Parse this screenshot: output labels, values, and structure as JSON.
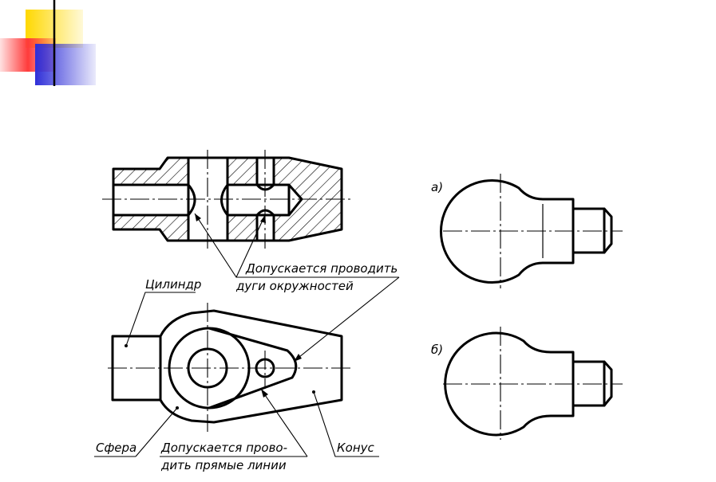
{
  "labels": {
    "note_arcs_line1": "Допускается проводить",
    "note_arcs_line2": "дуги окружностей",
    "cylinder": "Цилиндр",
    "sphere": "Сфера",
    "note_lines_line1": "Допускается прово-",
    "note_lines_line2": "дить прямые линии",
    "cone": "Конус",
    "variant_a": "а)",
    "variant_b": "б)"
  },
  "colors": {
    "logo_yellow": "#ffd800",
    "logo_red": "#ff3b3b",
    "logo_blue": "#2f2fd8",
    "line": "#000000"
  }
}
